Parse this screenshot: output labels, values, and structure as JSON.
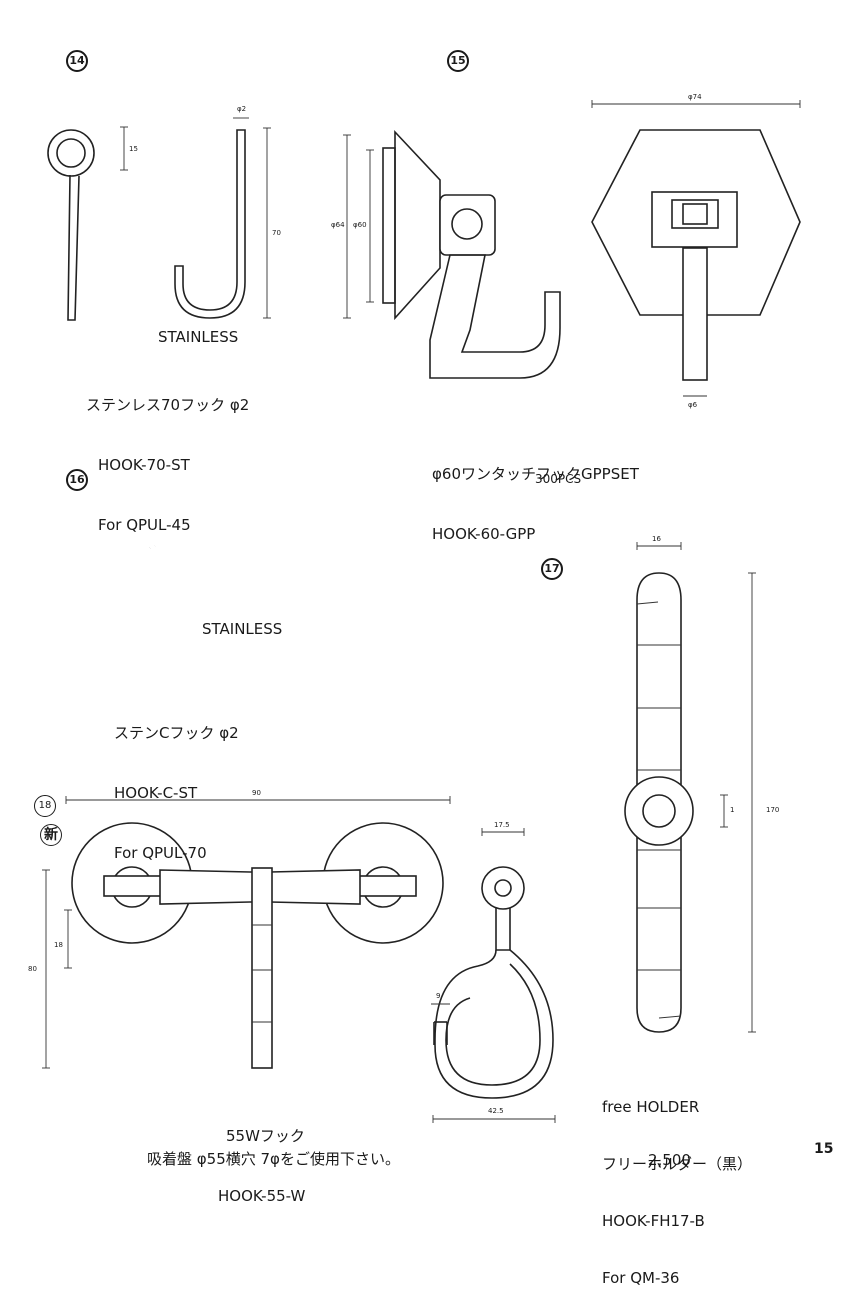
{
  "page_number": "15",
  "items": [
    {
      "badge": "14",
      "stainless_label": "STAINLESS",
      "caption_lines": [
        "ステンレス70フック φ2",
        "HOOK-70-ST",
        "For QPUL-45"
      ],
      "dims": {
        "d1": "φ2",
        "d2": "15",
        "d3": "70"
      }
    },
    {
      "badge": "15",
      "caption_lines": [
        "φ60ワンタッチフックGPPSET",
        "HOOK-60-GPP"
      ],
      "quantity": "300PCS",
      "dims": {
        "d1": "φ64",
        "d2": "φ60",
        "d3": "φ74",
        "d4": "φ6"
      }
    },
    {
      "badge": "16",
      "stainless_label": "STAINLESS",
      "caption_lines": [
        "ステンCフック φ2",
        "HOOK-C-ST",
        "For QPUL-70"
      ]
    },
    {
      "badge": "17",
      "caption_lines": [
        "free HOLDER",
        "フリーホルダー（黒）",
        "HOOK-FH17-B",
        "For QM-36"
      ],
      "price": "2,500",
      "dims": {
        "d1": "16",
        "d2": "170",
        "d3": "1"
      }
    },
    {
      "badge": "18",
      "new_mark": "新",
      "caption_lines": [
        "55Wフック",
        "HOOK-55-W"
      ],
      "note": "吸着盤 φ55横穴 7φをご使用下さい。",
      "dims": {
        "d1": "90",
        "d2": "80",
        "d3": "18",
        "d4": "17.5",
        "d5": "9",
        "d6": "42.5"
      }
    }
  ]
}
